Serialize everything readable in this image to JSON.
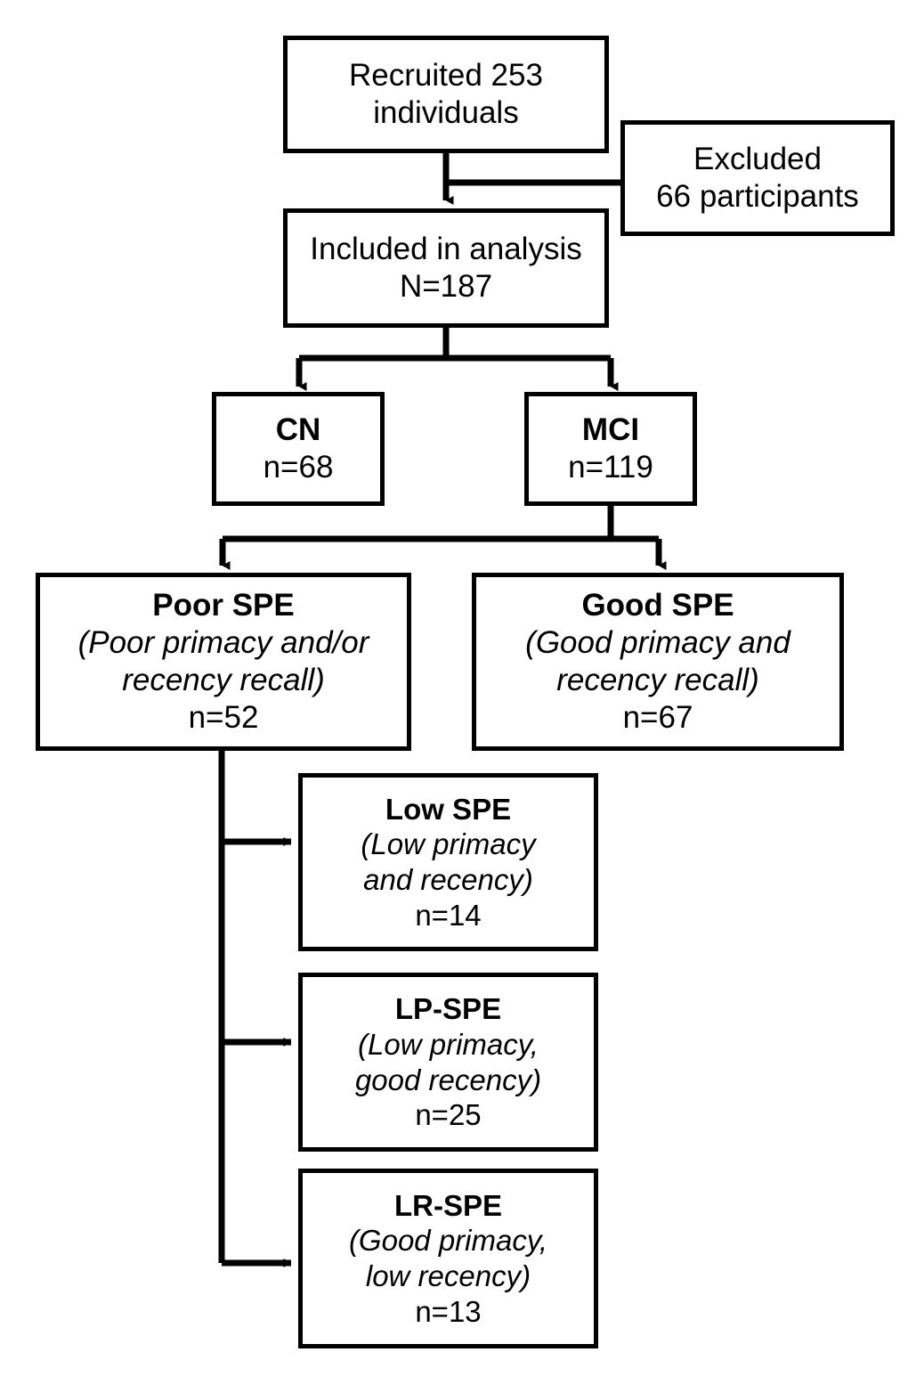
{
  "diagram": {
    "type": "flowchart",
    "title": "Participant recruitment and serial position effect (SPE) grouping flowchart",
    "stroke_color": "#000000",
    "fill_color": "#ffffff",
    "nodes": {
      "recruited": {
        "lines": [
          {
            "text": "Recruited 253",
            "style": "plain"
          },
          {
            "text": "individuals",
            "style": "plain"
          }
        ]
      },
      "excluded": {
        "lines": [
          {
            "text": "Excluded",
            "style": "plain"
          },
          {
            "text": "66 participants",
            "style": "plain"
          }
        ]
      },
      "included": {
        "lines": [
          {
            "text": "Included in analysis",
            "style": "plain"
          },
          {
            "text": "N=187",
            "style": "plain"
          }
        ]
      },
      "cn": {
        "lines": [
          {
            "text": "CN",
            "style": "bold"
          },
          {
            "text": "n=68",
            "style": "plain"
          }
        ]
      },
      "mci": {
        "lines": [
          {
            "text": "MCI",
            "style": "bold"
          },
          {
            "text": "n=119",
            "style": "plain"
          }
        ]
      },
      "poor_spe": {
        "lines": [
          {
            "text": "Poor SPE",
            "style": "bold"
          },
          {
            "text": "(Poor primacy and/or",
            "style": "italic"
          },
          {
            "text": "recency recall)",
            "style": "italic"
          },
          {
            "text": "n=52",
            "style": "plain"
          }
        ]
      },
      "good_spe": {
        "lines": [
          {
            "text": "Good SPE",
            "style": "bold"
          },
          {
            "text": "(Good primacy and",
            "style": "italic"
          },
          {
            "text": "recency recall)",
            "style": "italic"
          },
          {
            "text": "n=67",
            "style": "plain"
          }
        ]
      },
      "low_spe": {
        "lines": [
          {
            "text": "Low SPE",
            "style": "bold"
          },
          {
            "text": "(Low primacy",
            "style": "italic"
          },
          {
            "text": "and recency)",
            "style": "italic"
          },
          {
            "text": "n=14",
            "style": "plain"
          }
        ]
      },
      "lp_spe": {
        "lines": [
          {
            "text": "LP-SPE",
            "style": "bold"
          },
          {
            "text": "(Low primacy,",
            "style": "italic"
          },
          {
            "text": "good recency)",
            "style": "italic"
          },
          {
            "text": "n=25",
            "style": "plain"
          }
        ]
      },
      "lr_spe": {
        "lines": [
          {
            "text": "LR-SPE",
            "style": "bold"
          },
          {
            "text": "(Good primacy,",
            "style": "italic"
          },
          {
            "text": "low recency)",
            "style": "italic"
          },
          {
            "text": "n=13",
            "style": "plain"
          }
        ]
      }
    },
    "counts": {
      "recruited": 253,
      "excluded": 66,
      "included": 187,
      "cn": 68,
      "mci": 119,
      "poor_spe": 52,
      "good_spe": 67,
      "low_spe": 14,
      "lp_spe": 25,
      "lr_spe": 13
    },
    "edges": [
      {
        "from": "recruited",
        "to": "included",
        "arrow": "down"
      },
      {
        "from": "recruited",
        "to": "excluded",
        "arrow": "none"
      },
      {
        "from": "included",
        "to": "cn",
        "arrow": "down"
      },
      {
        "from": "included",
        "to": "mci",
        "arrow": "down"
      },
      {
        "from": "mci",
        "to": "poor_spe",
        "arrow": "down"
      },
      {
        "from": "mci",
        "to": "good_spe",
        "arrow": "down"
      },
      {
        "from": "poor_spe",
        "to": "low_spe",
        "arrow": "right"
      },
      {
        "from": "poor_spe",
        "to": "lp_spe",
        "arrow": "right"
      },
      {
        "from": "poor_spe",
        "to": "lr_spe",
        "arrow": "right"
      }
    ]
  }
}
